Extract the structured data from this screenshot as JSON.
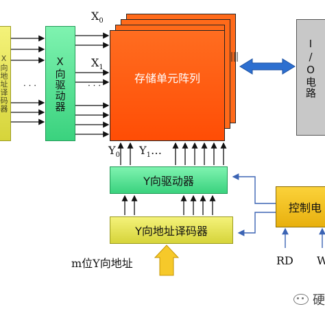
{
  "diagram": {
    "x_addr_decoder_label": "X向地址译码器",
    "x_driver_label": "X向驱动器",
    "memory_array_label": "存储单元阵列",
    "io_circuit_label": "I/O电路",
    "y_driver_label": "Y向驱动器",
    "y_addr_decoder_label": "Y向地址译码器",
    "control_circuit_label": "控制电",
    "y_addr_input_label": "m位Y向地址",
    "x0_label": "X",
    "x0_sub": "0",
    "x1_label": "X",
    "x1_sub": "1",
    "y0_label": "Y",
    "y0_sub": "0",
    "y1_label": "Y",
    "y1_sub": "1",
    "y_ellipsis": "…",
    "dots_left": "· · ·",
    "dots_mid": "· · ·",
    "rd_label": "RD",
    "w_label": "W",
    "watermark_text": "硬"
  },
  "colors": {
    "green": "#3ad27e",
    "yellow": "#e6e44a",
    "memory": "#ff5a10",
    "io": "#c8c8c8",
    "control": "#f3c21a",
    "arrow_blue": "#2d6fd0",
    "line_blue": "#3c64b4"
  }
}
